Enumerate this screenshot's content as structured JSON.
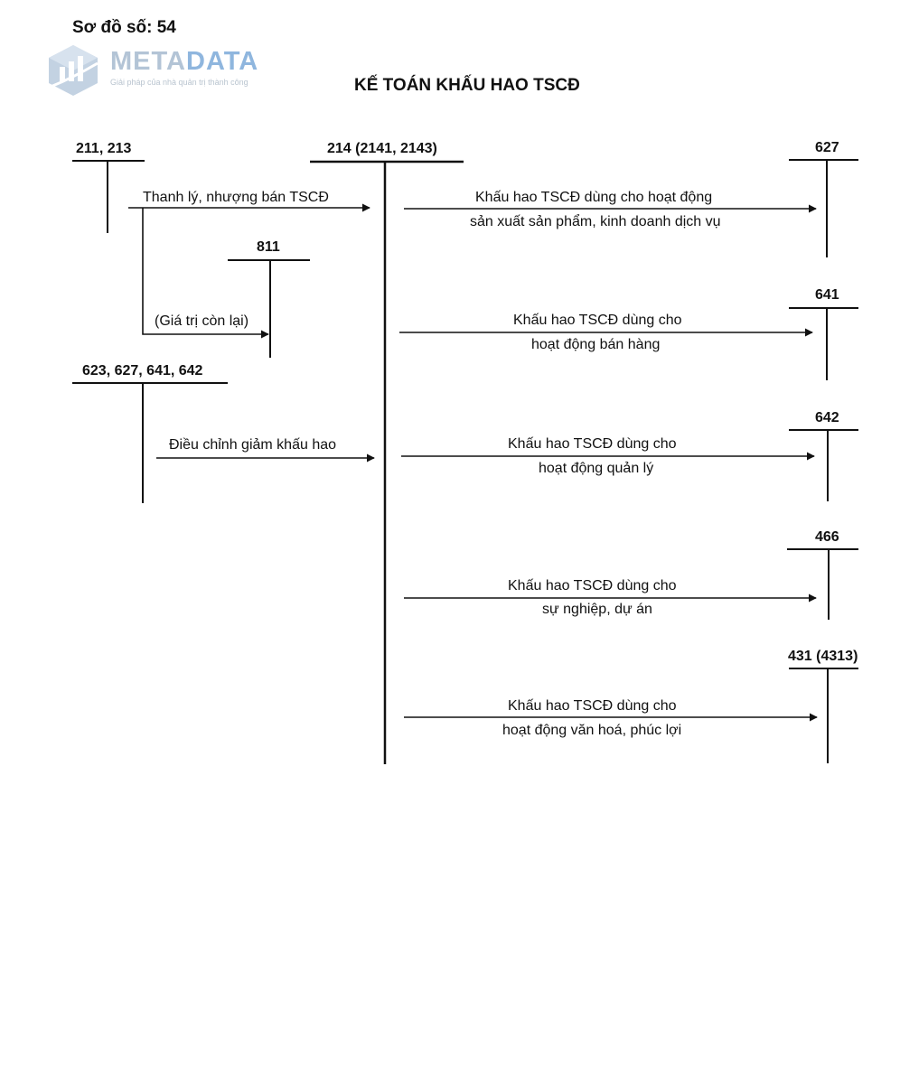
{
  "diagram_no": "Sơ đồ số: 54",
  "title": "KẾ TOÁN KHẤU HAO TSCĐ",
  "logo": {
    "name_part1": "META",
    "name_part2": "DATA",
    "tagline": "Giải pháp của nhà quản trị thành công",
    "color_light": "#b3c4d6",
    "color_accent": "#8fb6de"
  },
  "accounts": {
    "a211": "211, 213",
    "a214": "214 (2141, 2143)",
    "a627": "627",
    "a811": "811",
    "a641": "641",
    "a623": "623, 627, 641, 642",
    "a642": "642",
    "a466": "466",
    "a431": "431 (4313)"
  },
  "flows": {
    "thanh_ly": "Thanh lý, nhượng bán TSCĐ",
    "gia_tri": "(Giá trị còn lại)",
    "dieu_chinh": "Điều chỉnh giảm khấu hao",
    "f627_1": "Khấu hao TSCĐ dùng cho hoạt động",
    "f627_2": "sản xuất sản phẩm, kinh doanh dịch vụ",
    "f641_1": "Khấu hao TSCĐ dùng cho",
    "f641_2": "hoạt động bán hàng",
    "f642_1": "Khấu hao TSCĐ dùng cho",
    "f642_2": "hoạt động quản lý",
    "f466_1": "Khấu hao TSCĐ dùng cho",
    "f466_2": "sự nghiệp, dự án",
    "f431_1": "Khấu hao TSCĐ dùng cho",
    "f431_2": "hoạt động văn hoá, phúc lợi"
  }
}
